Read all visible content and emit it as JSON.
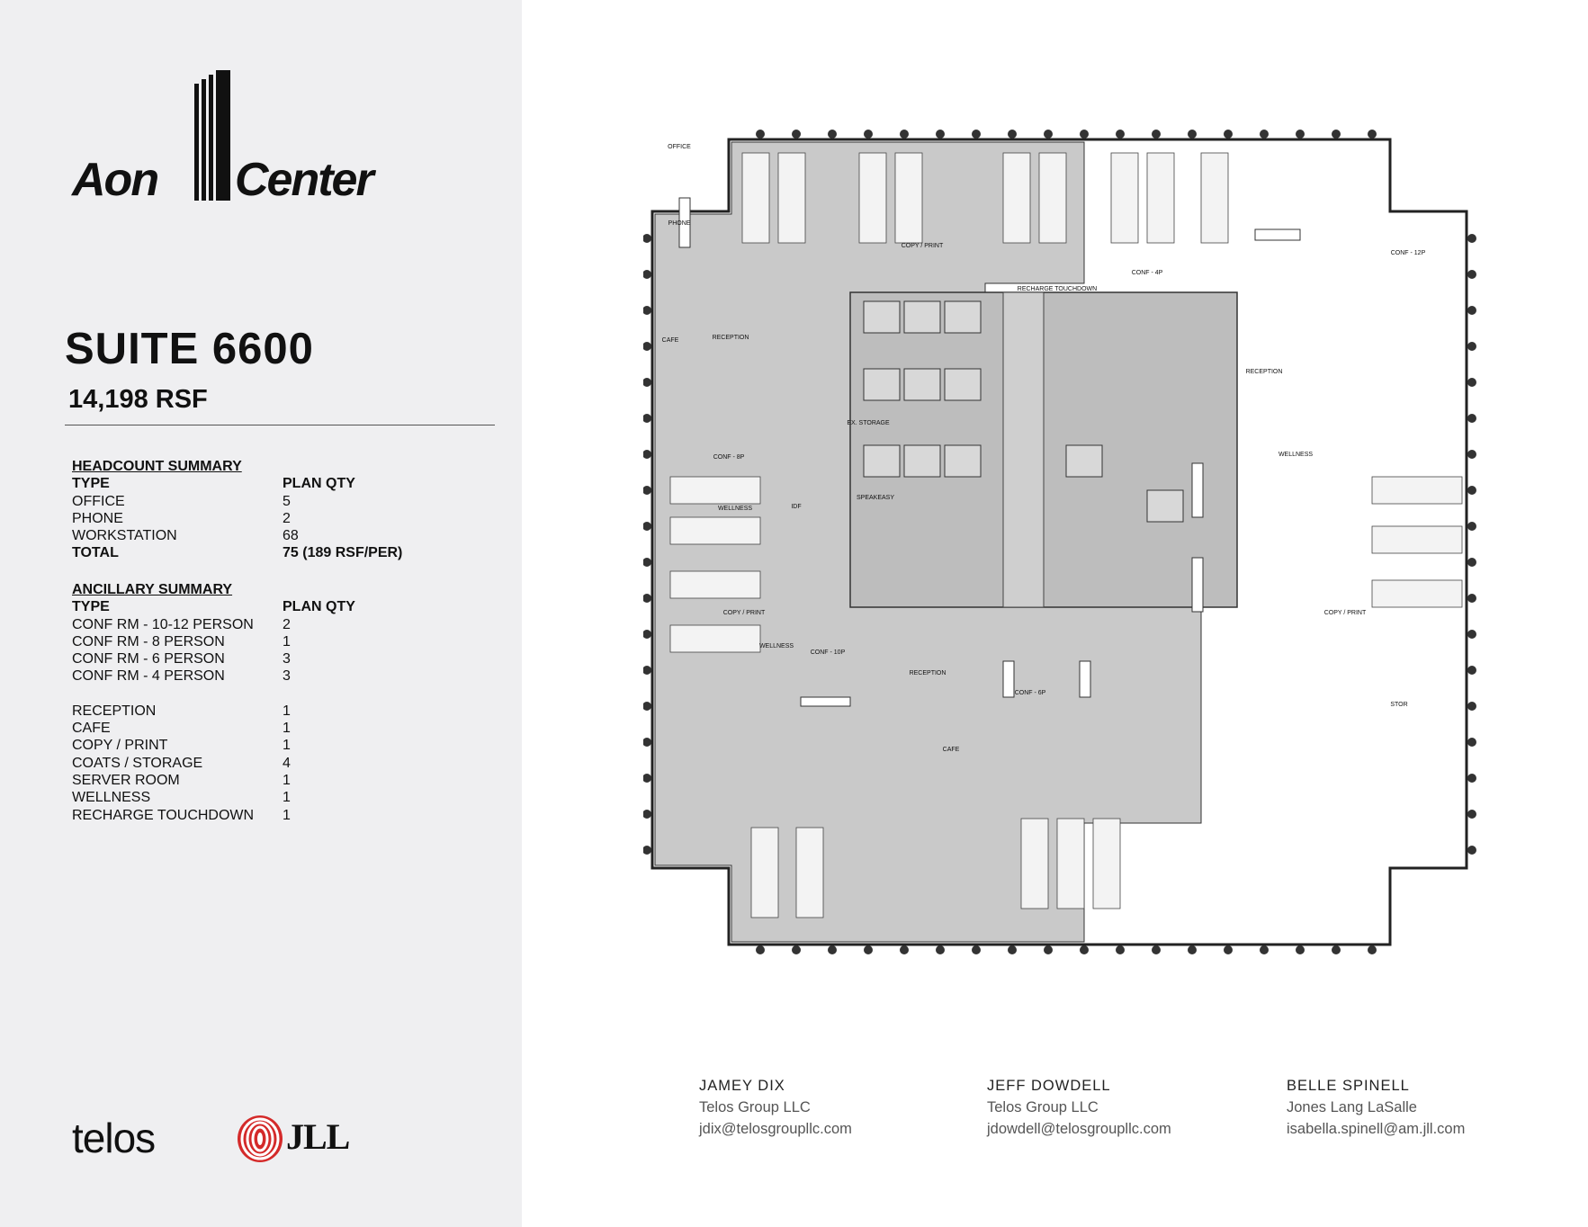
{
  "brand": {
    "logo_word_left": "Aon",
    "logo_word_right": "Center",
    "telos": "telos",
    "jll": "JLL"
  },
  "suite": {
    "title": "SUITE 6600",
    "rsf": "14,198 RSF"
  },
  "headcount": {
    "title": "HEADCOUNT SUMMARY",
    "header": [
      "TYPE",
      "PLAN QTY"
    ],
    "rows": [
      [
        "OFFICE",
        "5"
      ],
      [
        "PHONE",
        "2"
      ],
      [
        "WORKSTATION",
        "68"
      ]
    ],
    "total": [
      "TOTAL",
      "75 (189 RSF/PER)"
    ]
  },
  "ancillary": {
    "title": "ANCILLARY SUMMARY",
    "header": [
      "TYPE",
      "PLAN QTY"
    ],
    "rows": [
      [
        "CONF RM - 10-12 PERSON",
        "2"
      ],
      [
        "CONF RM - 8 PERSON",
        "1"
      ],
      [
        "CONF RM - 6 PERSON",
        "3"
      ],
      [
        "CONF RM - 4 PERSON",
        "3"
      ]
    ],
    "rows2": [
      [
        "RECEPTION",
        "1"
      ],
      [
        "CAFE",
        "1"
      ],
      [
        "COPY / PRINT",
        "1"
      ],
      [
        "COATS / STORAGE",
        "4"
      ],
      [
        "SERVER ROOM",
        "1"
      ],
      [
        "WELLNESS",
        "1"
      ],
      [
        "RECHARGE TOUCHDOWN",
        "1"
      ]
    ]
  },
  "contacts": [
    {
      "name": "JAMEY DIX",
      "company": "Telos Group LLC",
      "email": "jdix@telosgroupllc.com"
    },
    {
      "name": "JEFF DOWDELL",
      "company": "Telos Group LLC",
      "email": "jdowdell@telosgroupllc.com"
    },
    {
      "name": "BELLE SPINELL",
      "company": "Jones Lang LaSalle",
      "email": "isabella.spinell@am.jll.com"
    }
  ],
  "plan_labels": {
    "reception_1": "RECEPTION",
    "reception_2": "RECEPTION",
    "reception_3": "RECEPTION",
    "cafe_1": "CAFE",
    "cafe_2": "CAFE",
    "recharge": "RECHARGE TOUCHDOWN",
    "wellness_1": "WELLNESS",
    "wellness_2": "WELLNESS",
    "wellness_3": "WELLNESS",
    "copy_print_1": "COPY / PRINT",
    "copy_print_2": "COPY / PRINT",
    "copy_print_3": "COPY / PRINT",
    "speakeasy": "SPEAKEASY",
    "ex_storage": "EX. STORAGE",
    "conf_12p": "CONF - 12P",
    "conf_10p": "CONF - 10P",
    "conf_8p": "CONF - 8P",
    "conf_6p": "CONF - 6P",
    "conf_4p": "CONF - 4P",
    "office": "OFFICE",
    "phone": "PHONE",
    "idf": "IDF",
    "stor": "STOR"
  }
}
